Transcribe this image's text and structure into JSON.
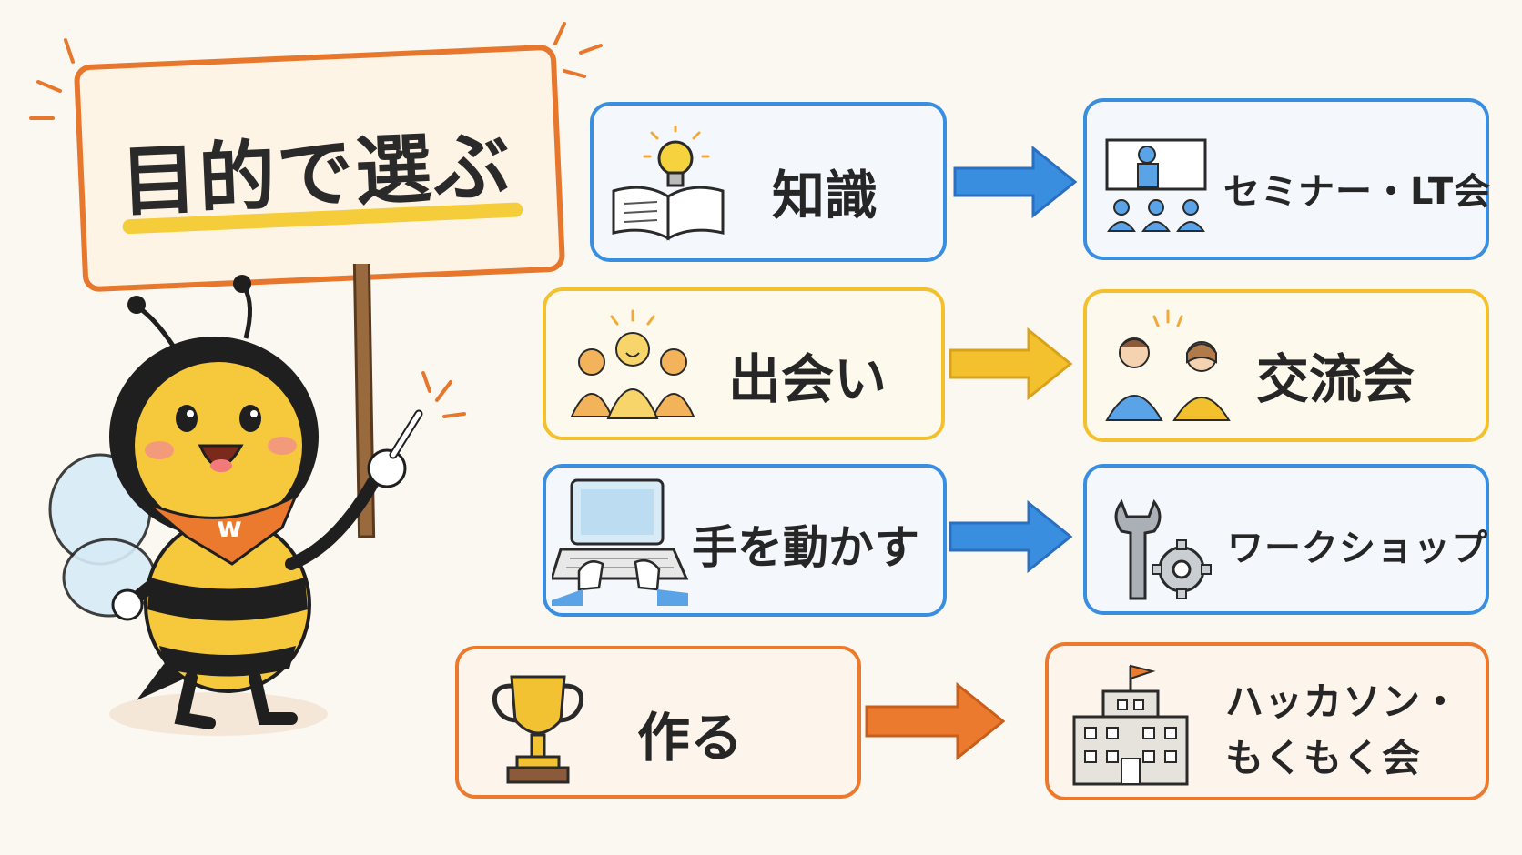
{
  "title": "目的で選ぶ",
  "mascot": {
    "badge_letter": "w"
  },
  "rows": [
    {
      "purpose": "知識",
      "purpose_icon": "book-lightbulb-icon",
      "format": "セミナー・LT会",
      "format_icon": "seminar-presenter-icon",
      "color": "#3a8ee0"
    },
    {
      "purpose": "出会い",
      "purpose_icon": "people-group-icon",
      "format": "交流会",
      "format_icon": "two-people-talking-icon",
      "color": "#f3c12e"
    },
    {
      "purpose": "手を動かす",
      "purpose_icon": "laptop-typing-icon",
      "format": "ワークショップ",
      "format_icon": "wrench-gear-icon",
      "color": "#3a8ee0"
    },
    {
      "purpose": "作る",
      "purpose_icon": "trophy-icon",
      "format_line1": "ハッカソン・",
      "format_line2": "もくもく会",
      "format_icon": "building-flag-icon",
      "color": "#ec7a2e"
    }
  ]
}
